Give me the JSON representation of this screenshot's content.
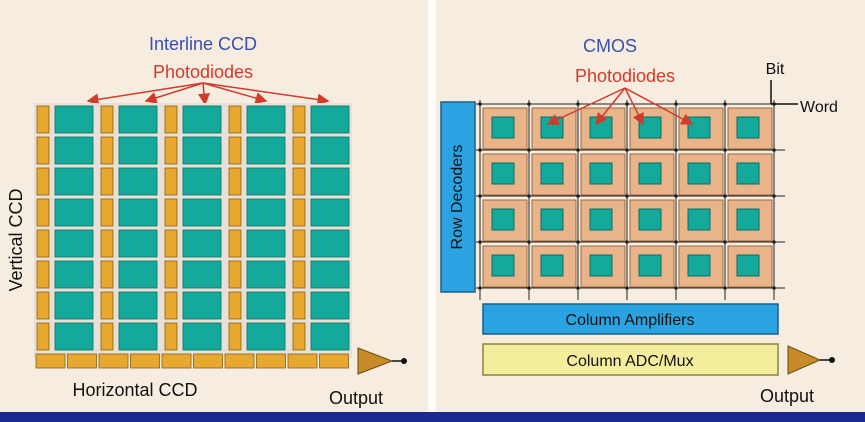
{
  "ccd": {
    "title": "Interline CCD",
    "photodiodes_label": "Photodiodes",
    "vertical_label": "Vertical CCD",
    "horizontal_label": "Horizontal CCD",
    "output_label": "Output"
  },
  "cmos": {
    "title": "CMOS",
    "photodiodes_label": "Photodiodes",
    "bit_label": "Bit",
    "word_label": "Word",
    "row_decoders_label": "Row Decoders",
    "column_amplifiers_label": "Column Amplifiers",
    "column_adc_label": "Column ADC/Mux",
    "output_label": "Output"
  },
  "colors": {
    "title_blue": "#3a4fb0",
    "label_red": "#d13b2a",
    "pixel_teal": "#14a99a",
    "ccd_orange": "#e8a830",
    "cmos_pixel_bg": "#e9b48a",
    "decoder_blue": "#2aa3e0",
    "adc_yellow": "#f4ee9c",
    "amp_orange": "#d08a2a"
  }
}
